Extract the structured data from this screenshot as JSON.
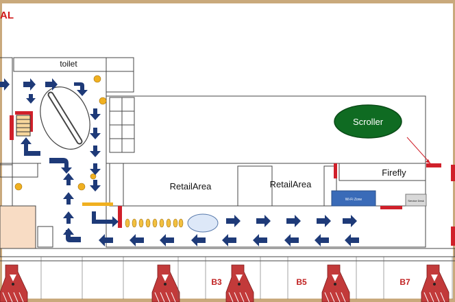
{
  "header": {
    "title_fragment": "AL"
  },
  "labels": {
    "toilet": "toilet",
    "scroller": "Scroller",
    "firefly": "Firefly",
    "retail_area_1": "RetailArea",
    "retail_area_2": "RetailArea",
    "small_blue_box": "Wi-Fi Zone",
    "small_grey_box": "Service Desk"
  },
  "gates": {
    "labels": [
      "B3",
      "B5",
      "B7"
    ]
  },
  "colors": {
    "frame_border": "#c9a97c",
    "arrow_blue": "#1e3a78",
    "wall_red": "#d0202a",
    "scroller_green": "#0f6b22",
    "dot_yellow": "#f0b020",
    "gate_red": "#c23a3a",
    "side_panel_peach": "#f8dcc4",
    "info_box_blue": "#3a6bb8",
    "title_red": "#d01818"
  }
}
